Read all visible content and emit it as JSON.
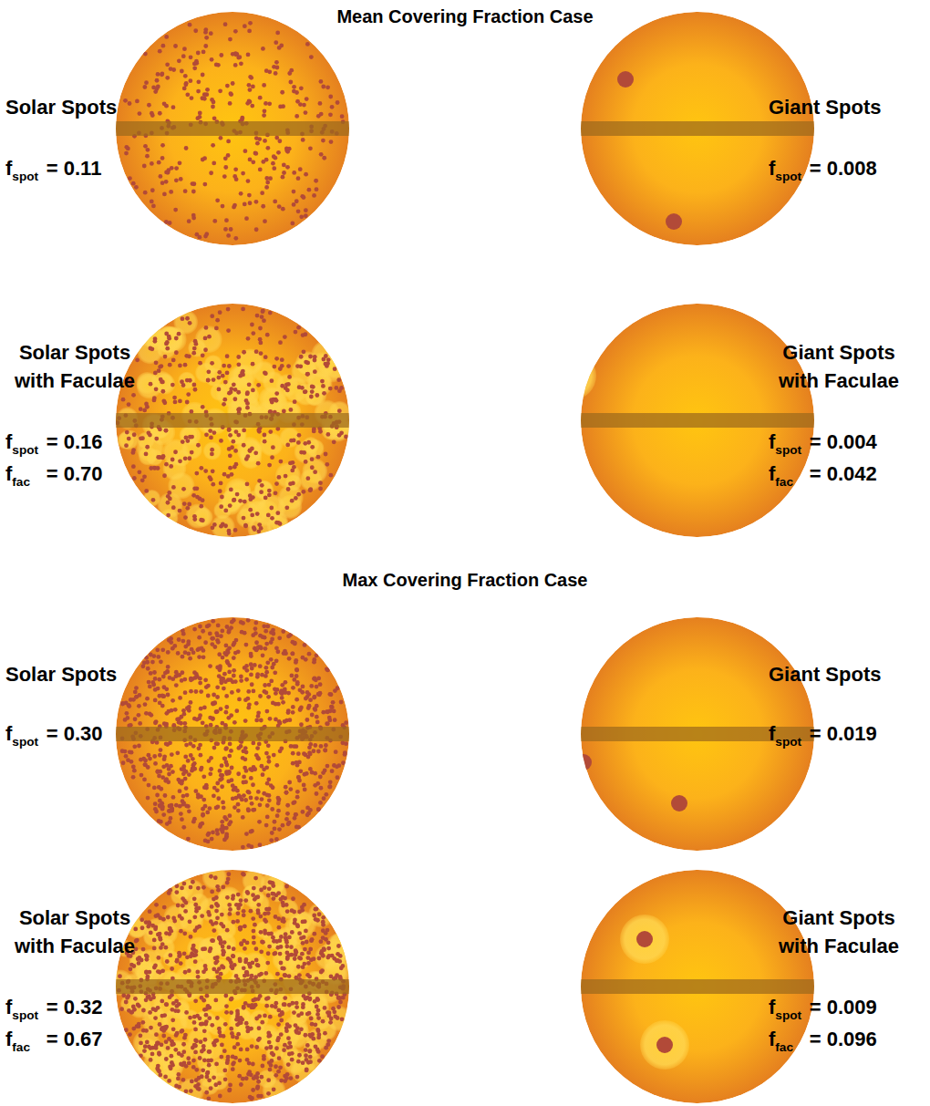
{
  "diagram": {
    "labels": [
      "Mean Covering Fraction Case",
      "Solar Spots",
      "fspot = 0.11",
      "Giant Spots",
      "fspot = 0.008",
      "Solar Spots with Faculae",
      "fspot = 0.16",
      "ffac = 0.70",
      "Giant Spots with Faculae",
      "fspot = 0.004",
      "ffac = 0.042",
      "Max Covering Fraction Case",
      "Solar Spots",
      "fspot = 0.30",
      "Giant Spots",
      "fspot = 0.019",
      "Solar Spots with Faculae",
      "fspot = 0.32",
      "ffac = 0.67",
      "Giant Spots with Faculae",
      "fspot = 0.009",
      "ffac = 0.096"
    ]
  }
}
